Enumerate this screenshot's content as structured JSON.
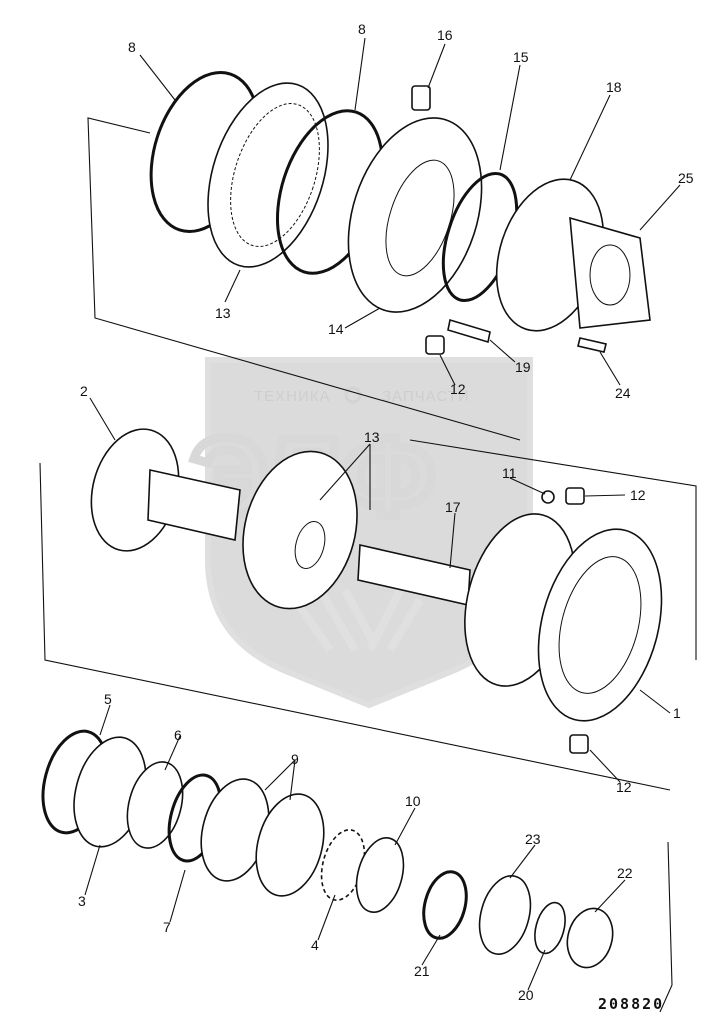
{
  "watermark": {
    "left_text": "ТЕХНИКА",
    "right_text": "ЗАПЧАСТИ",
    "logo_text": "ЭЛФ"
  },
  "drawing_number": "208820",
  "callouts": {
    "c8a": "8",
    "c8b": "8",
    "c16": "16",
    "c15": "15",
    "c18": "18",
    "c25": "25",
    "c13a": "13",
    "c14": "14",
    "c19": "19",
    "c12a": "12",
    "c24": "24",
    "c2": "2",
    "c13b": "13",
    "c11": "11",
    "c12b": "12",
    "c17": "17",
    "c1": "1",
    "c12c": "12",
    "c5": "5",
    "c6": "6",
    "c9": "9",
    "c10": "10",
    "c23": "23",
    "c22": "22",
    "c3": "3",
    "c7": "7",
    "c4": "4",
    "c21": "21",
    "c20": "20"
  }
}
